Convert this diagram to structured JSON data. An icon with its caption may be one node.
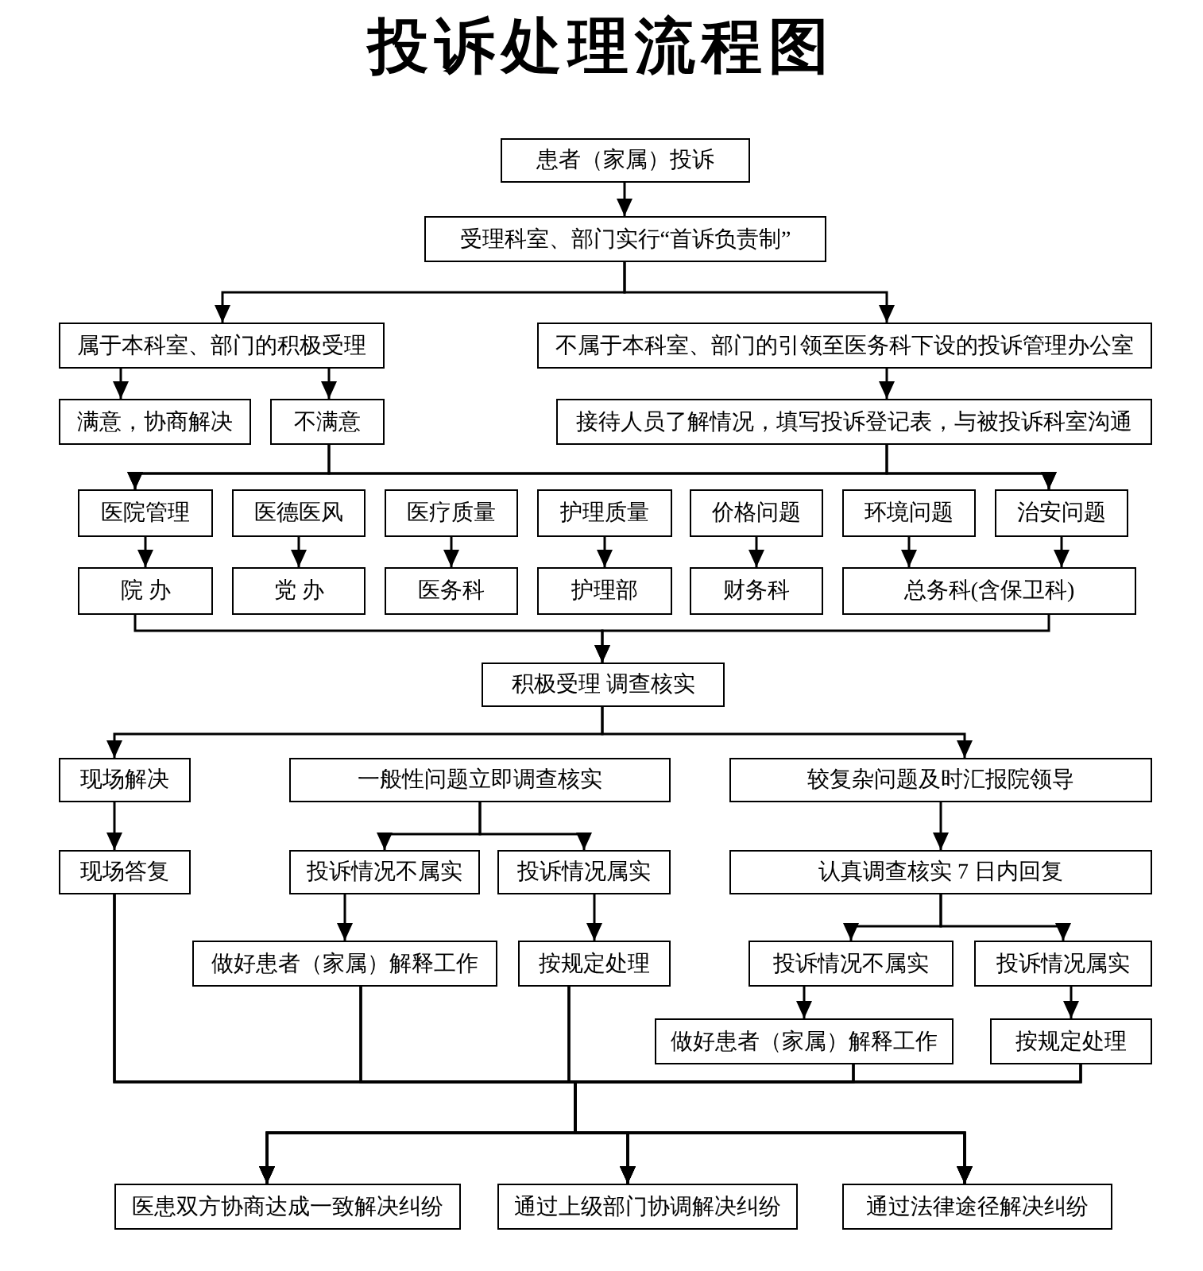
{
  "diagram": {
    "title": "投诉处理流程图",
    "nodes": [
      {
        "text": [
          "患者（家属）投诉"
        ]
      },
      {
        "text": [
          "受理科室、部门实行“首诉负责制”"
        ]
      },
      {
        "text": [
          "属于本科室、部门的积极受理"
        ]
      },
      {
        "text": [
          "不属于本科室、部门的引领至医务科下设的投诉管理办公室"
        ]
      },
      {
        "text": [
          "满意，协商解决"
        ]
      },
      {
        "text": [
          "不满意"
        ]
      },
      {
        "text": [
          "接待人员了解情况，填写投诉登记表，与被投诉科室沟通"
        ]
      },
      {
        "text": [
          "医院管理"
        ]
      },
      {
        "text": [
          "医德医风"
        ]
      },
      {
        "text": [
          "医疗质量"
        ]
      },
      {
        "text": [
          "护理质量"
        ]
      },
      {
        "text": [
          "价格问题"
        ]
      },
      {
        "text": [
          "环境问题"
        ]
      },
      {
        "text": [
          "治安问题"
        ]
      },
      {
        "text": [
          "院 办"
        ]
      },
      {
        "text": [
          "党 办"
        ]
      },
      {
        "text": [
          "医务科"
        ]
      },
      {
        "text": [
          "护理部"
        ]
      },
      {
        "text": [
          "财务科"
        ]
      },
      {
        "text": [
          "总务科(含保卫科)"
        ]
      },
      {
        "text": [
          "积极受理 调查核实"
        ]
      },
      {
        "text": [
          "现场解决"
        ]
      },
      {
        "text": [
          "一般性问题立即调查核实"
        ]
      },
      {
        "text": [
          "较复杂问题及时汇报院领导"
        ]
      },
      {
        "text": [
          "现场答复"
        ]
      },
      {
        "text": [
          "投诉情况不属实"
        ]
      },
      {
        "text": [
          "投诉情况属实"
        ]
      },
      {
        "text": [
          "认真调查核实 7 日内回复"
        ]
      },
      {
        "text": [
          "做好患者（家属）解释工作"
        ]
      },
      {
        "text": [
          "按规定处理"
        ]
      },
      {
        "text": [
          "投诉情况不属实"
        ]
      },
      {
        "text": [
          "投诉情况属实"
        ]
      },
      {
        "text": [
          "做好患者（家属）解释工作"
        ]
      },
      {
        "text": [
          "按规定处理"
        ]
      },
      {
        "text": [
          "医患双方协商达成一致解决纠纷"
        ]
      },
      {
        "text": [
          "通过上级部门协调解决纠纷"
        ]
      },
      {
        "text": [
          "通过法律途径解决纠纷"
        ]
      }
    ],
    "edges": [
      {
        "from": 0,
        "to": 1,
        "arrow": "to"
      },
      {
        "from": 1,
        "to": 2,
        "arrow": "to"
      },
      {
        "from": 1,
        "to": 3,
        "arrow": "to"
      },
      {
        "from": 2,
        "to": 4,
        "arrow": "to"
      },
      {
        "from": 2,
        "to": 5,
        "arrow": "to"
      },
      {
        "from": 3,
        "to": 6,
        "arrow": "to"
      },
      {
        "from": 5,
        "to": 7,
        "arrow": "to"
      },
      {
        "from": 5,
        "to": 13,
        "arrow": "to"
      },
      {
        "from": 6,
        "to": 7,
        "arrow": "to"
      },
      {
        "from": 6,
        "to": 13,
        "arrow": "to"
      },
      {
        "from": 7,
        "to": 14,
        "arrow": "to"
      },
      {
        "from": 8,
        "to": 15,
        "arrow": "to"
      },
      {
        "from": 9,
        "to": 16,
        "arrow": "to"
      },
      {
        "from": 10,
        "to": 17,
        "arrow": "to"
      },
      {
        "from": 11,
        "to": 18,
        "arrow": "to"
      },
      {
        "from": 12,
        "to": 19,
        "arrow": "to"
      },
      {
        "from": 13,
        "to": 19,
        "arrow": "to"
      },
      {
        "from": 14,
        "to": 20,
        "arrow": "to"
      },
      {
        "from": 19,
        "to": 20,
        "arrow": "to"
      },
      {
        "from": 20,
        "to": 21,
        "arrow": "to"
      },
      {
        "from": 20,
        "to": 23,
        "arrow": "to"
      },
      {
        "from": 21,
        "to": 24,
        "arrow": "to"
      },
      {
        "from": 22,
        "to": 25,
        "arrow": "to"
      },
      {
        "from": 22,
        "to": 26,
        "arrow": "to"
      },
      {
        "from": 25,
        "to": 28,
        "arrow": "to"
      },
      {
        "from": 26,
        "to": 29,
        "arrow": "to"
      },
      {
        "from": 23,
        "to": 27,
        "arrow": "to"
      },
      {
        "from": 27,
        "to": 30,
        "arrow": "to"
      },
      {
        "from": 27,
        "to": 31,
        "arrow": "to"
      },
      {
        "from": 30,
        "to": 32,
        "arrow": "to"
      },
      {
        "from": 31,
        "to": 33,
        "arrow": "to"
      },
      {
        "from": 24,
        "to": 34,
        "arrow": "to"
      },
      {
        "from": 24,
        "to": 35,
        "arrow": "to"
      },
      {
        "from": 24,
        "to": 36,
        "arrow": "to"
      },
      {
        "from": 28,
        "to": 34,
        "arrow": "to"
      },
      {
        "from": 28,
        "to": 35,
        "arrow": "to"
      },
      {
        "from": 28,
        "to": 36,
        "arrow": "to"
      },
      {
        "from": 29,
        "to": 34,
        "arrow": "to"
      },
      {
        "from": 29,
        "to": 35,
        "arrow": "to"
      },
      {
        "from": 29,
        "to": 36,
        "arrow": "to"
      },
      {
        "from": 32,
        "to": 34,
        "arrow": "to"
      },
      {
        "from": 32,
        "to": 35,
        "arrow": "to"
      },
      {
        "from": 32,
        "to": 36,
        "arrow": "to"
      },
      {
        "from": 33,
        "to": 34,
        "arrow": "to"
      },
      {
        "from": 33,
        "to": 35,
        "arrow": "to"
      },
      {
        "from": 33,
        "to": 36,
        "arrow": "to"
      }
    ]
  }
}
